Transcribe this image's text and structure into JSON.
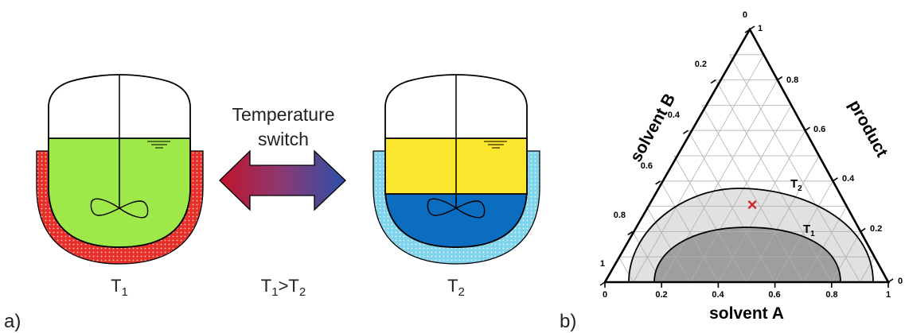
{
  "panel_a": {
    "label": "a)",
    "left_reactor": {
      "temp_label": "T",
      "temp_sub": "1"
    },
    "right_reactor": {
      "temp_label": "T",
      "temp_sub": "2"
    },
    "arrow": {
      "line1": "Temperature",
      "line2": "switch"
    },
    "relation": {
      "t": "T",
      "s1": "1",
      "gt": ">",
      "t2": "T",
      "s2": "2"
    },
    "colors": {
      "green_liquid": "#9fe84a",
      "yellow_phase": "#fde62e",
      "blue_phase": "#0b6dc0",
      "hot_jacket": "#e8302a",
      "cold_jacket": "#7fd3ea",
      "arrow_red": "#c0142c",
      "arrow_blue": "#2c4fa8"
    }
  },
  "panel_b": {
    "label": "b)",
    "left_axis_title": "solvent B",
    "right_axis_title": "product",
    "bottom_axis_title": "solvent A",
    "bottom_ticks": [
      "0",
      "0.2",
      "0.4",
      "0.6",
      "0.8",
      "1"
    ],
    "left_ticks": [
      "0",
      "0.2",
      "0.4",
      "0.6",
      "0.8",
      "1"
    ],
    "right_ticks": [
      "0",
      "0.2",
      "0.4",
      "0.6",
      "0.8",
      "1"
    ],
    "curve_t2": {
      "label": "T",
      "sub": "2"
    },
    "curve_t1": {
      "label": "T",
      "sub": "1"
    },
    "marker": "×",
    "colors": {
      "marker": "#d0262d",
      "region_t2": "#e1e1e1",
      "region_t1": "#9e9e9e"
    }
  }
}
